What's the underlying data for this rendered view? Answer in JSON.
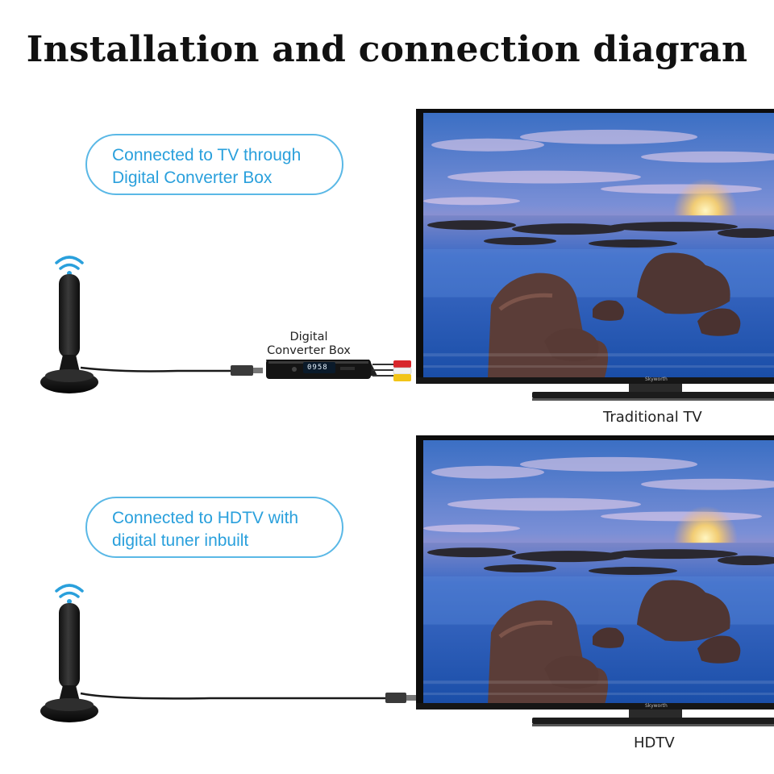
{
  "title": "Installation and connection diagran",
  "panels": [
    {
      "caption_lines": [
        "Connected to TV through",
        "Digital Converter Box"
      ],
      "tv_label": "Traditional TV",
      "brand": "Skyworth"
    },
    {
      "caption_lines": [
        "Connected to HDTV with",
        "digital tuner inbuilt"
      ],
      "tv_label": "HDTV",
      "brand": "Skyworth"
    }
  ],
  "converter_box": {
    "label_lines": [
      "Digital",
      "Converter Box"
    ],
    "display": "0958"
  },
  "icons": {
    "signal": "wifi-signal-icon",
    "antenna": "antenna-icon",
    "cable": "coax-cable"
  },
  "colors": {
    "caption_blue": "#2aa0dc",
    "pill_border": "#5ab8e6",
    "rca_red": "#d8262b",
    "rca_yellow": "#f2c418",
    "rca_white": "#f0f0f0"
  }
}
